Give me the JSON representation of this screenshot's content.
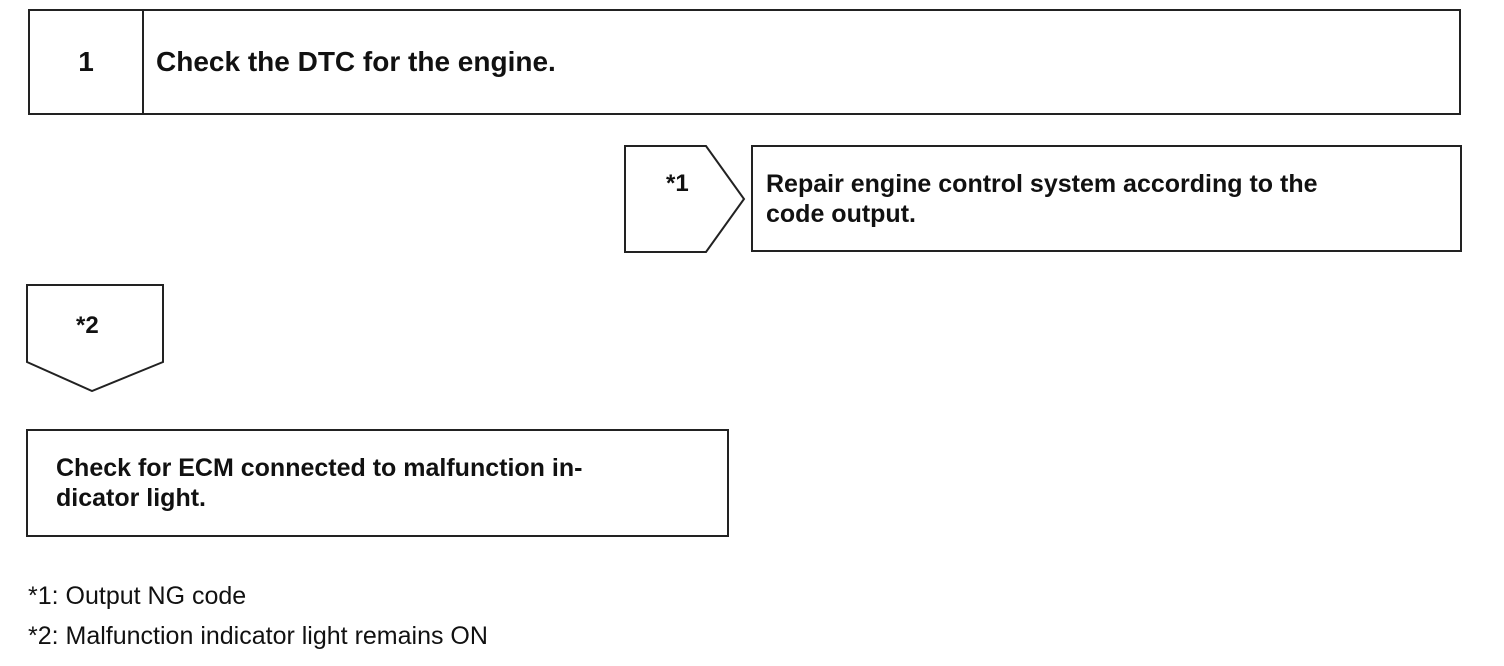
{
  "step": {
    "number": "1",
    "title": "Check the DTC for the engine."
  },
  "branch_ng": {
    "tag": "*1",
    "action_line1": "Repair engine control system according to the",
    "action_line2": "code output."
  },
  "branch_on": {
    "tag": "*2",
    "action_line1": "Check for ECM connected to malfunction in-",
    "action_line2": "dicator light."
  },
  "notes": [
    "*1: Output NG code",
    "*2: Malfunction indicator light remains ON"
  ]
}
